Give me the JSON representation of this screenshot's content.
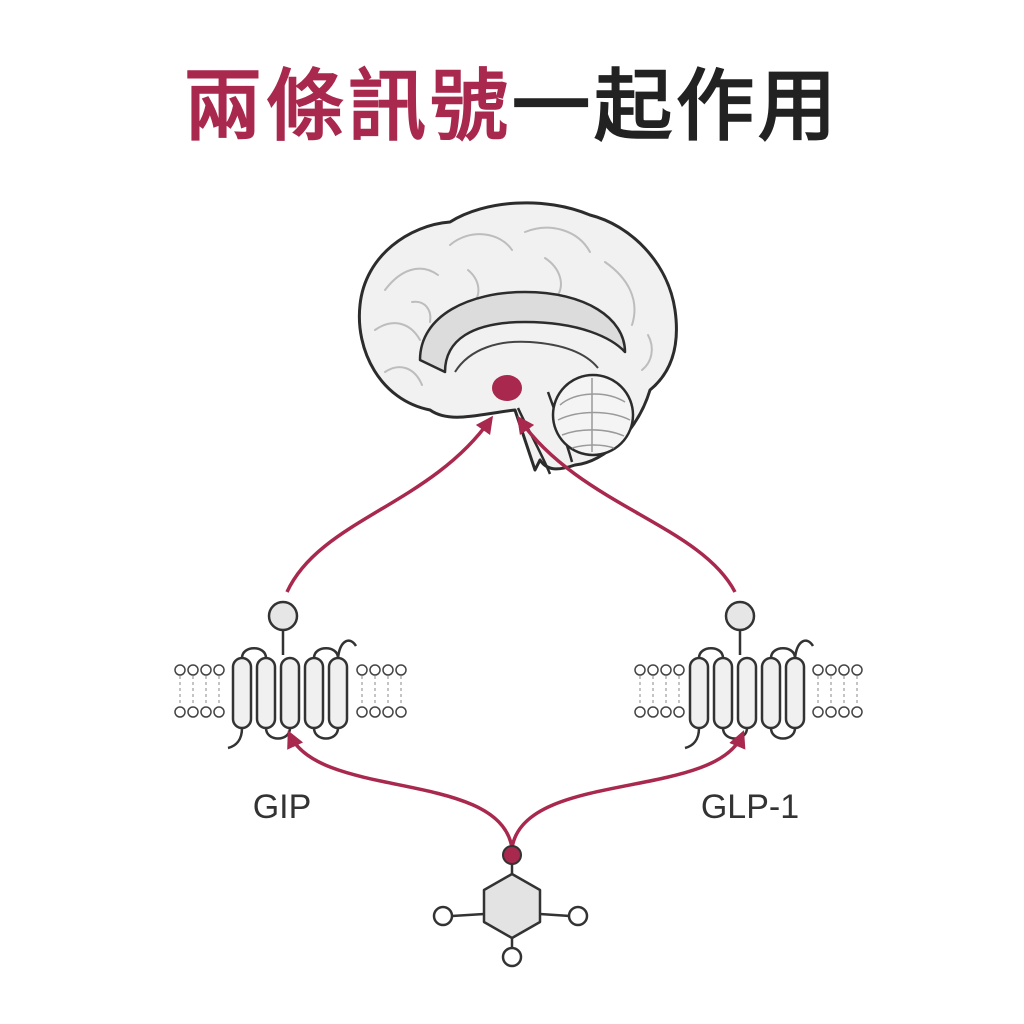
{
  "title": {
    "highlight": "兩條訊號",
    "rest": "一起作用"
  },
  "labels": {
    "left_receptor": "GIP",
    "right_receptor": "GLP-1"
  },
  "colors": {
    "accent": "#a8284e",
    "text": "#222222",
    "outline": "#333333",
    "fill": "#f0f0f0"
  },
  "icons": [
    "brain-icon",
    "receptor-icon",
    "molecule-icon"
  ]
}
